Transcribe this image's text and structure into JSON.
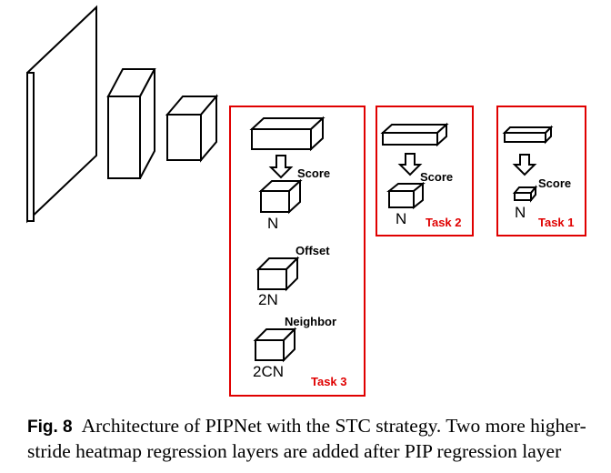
{
  "figure": {
    "task3": {
      "task_label": "Task 3",
      "score_label": "Score",
      "score_dim": "N",
      "offset_label": "Offset",
      "offset_dim": "2N",
      "neighbor_label": "Neighbor",
      "neighbor_dim": "2CN"
    },
    "task2": {
      "task_label": "Task 2",
      "score_label": "Score",
      "score_dim": "N"
    },
    "task1": {
      "task_label": "Task 1",
      "score_label": "Score",
      "score_dim": "N"
    },
    "colors": {
      "task_border": "#e00000",
      "task_label": "#e00000",
      "stroke": "#000000"
    }
  },
  "caption": {
    "label": "Fig. 8",
    "line1": "Architecture of PIPNet with the STC strategy. Two more higher-",
    "line2": "stride heatmap regression layers are added after PIP regression layer"
  }
}
